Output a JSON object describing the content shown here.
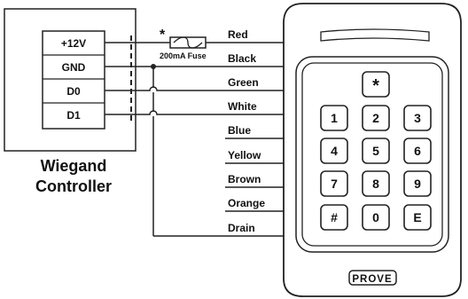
{
  "controller": {
    "title_line1": "Wiegand",
    "title_line2": "Controller",
    "terminals": [
      "+12V",
      "GND",
      "D0",
      "D1"
    ]
  },
  "fuse": {
    "marker": "*",
    "label": "200mA Fuse"
  },
  "wires": [
    "Red",
    "Black",
    "Green",
    "White",
    "Blue",
    "Yellow",
    "Brown",
    "Orange",
    "Drain"
  ],
  "keypad": {
    "keys": [
      "*",
      "1",
      "2",
      "3",
      "4",
      "5",
      "6",
      "7",
      "8",
      "9",
      "#",
      "0",
      "E"
    ],
    "brand": "PROVE"
  }
}
